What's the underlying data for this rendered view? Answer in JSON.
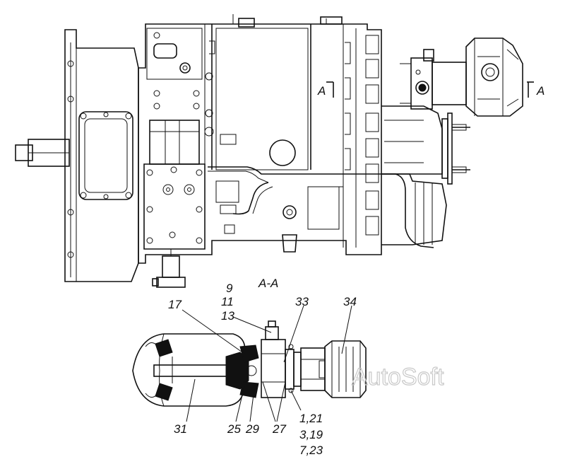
{
  "section_label": "A-A",
  "section_markers": [
    "A",
    "A"
  ],
  "watermark": "AutoSoft",
  "callouts": [
    "9",
    "11",
    "13",
    "17",
    "33",
    "34",
    "31",
    "25",
    "29",
    "27",
    "1,21",
    "3,19",
    "7,23"
  ]
}
